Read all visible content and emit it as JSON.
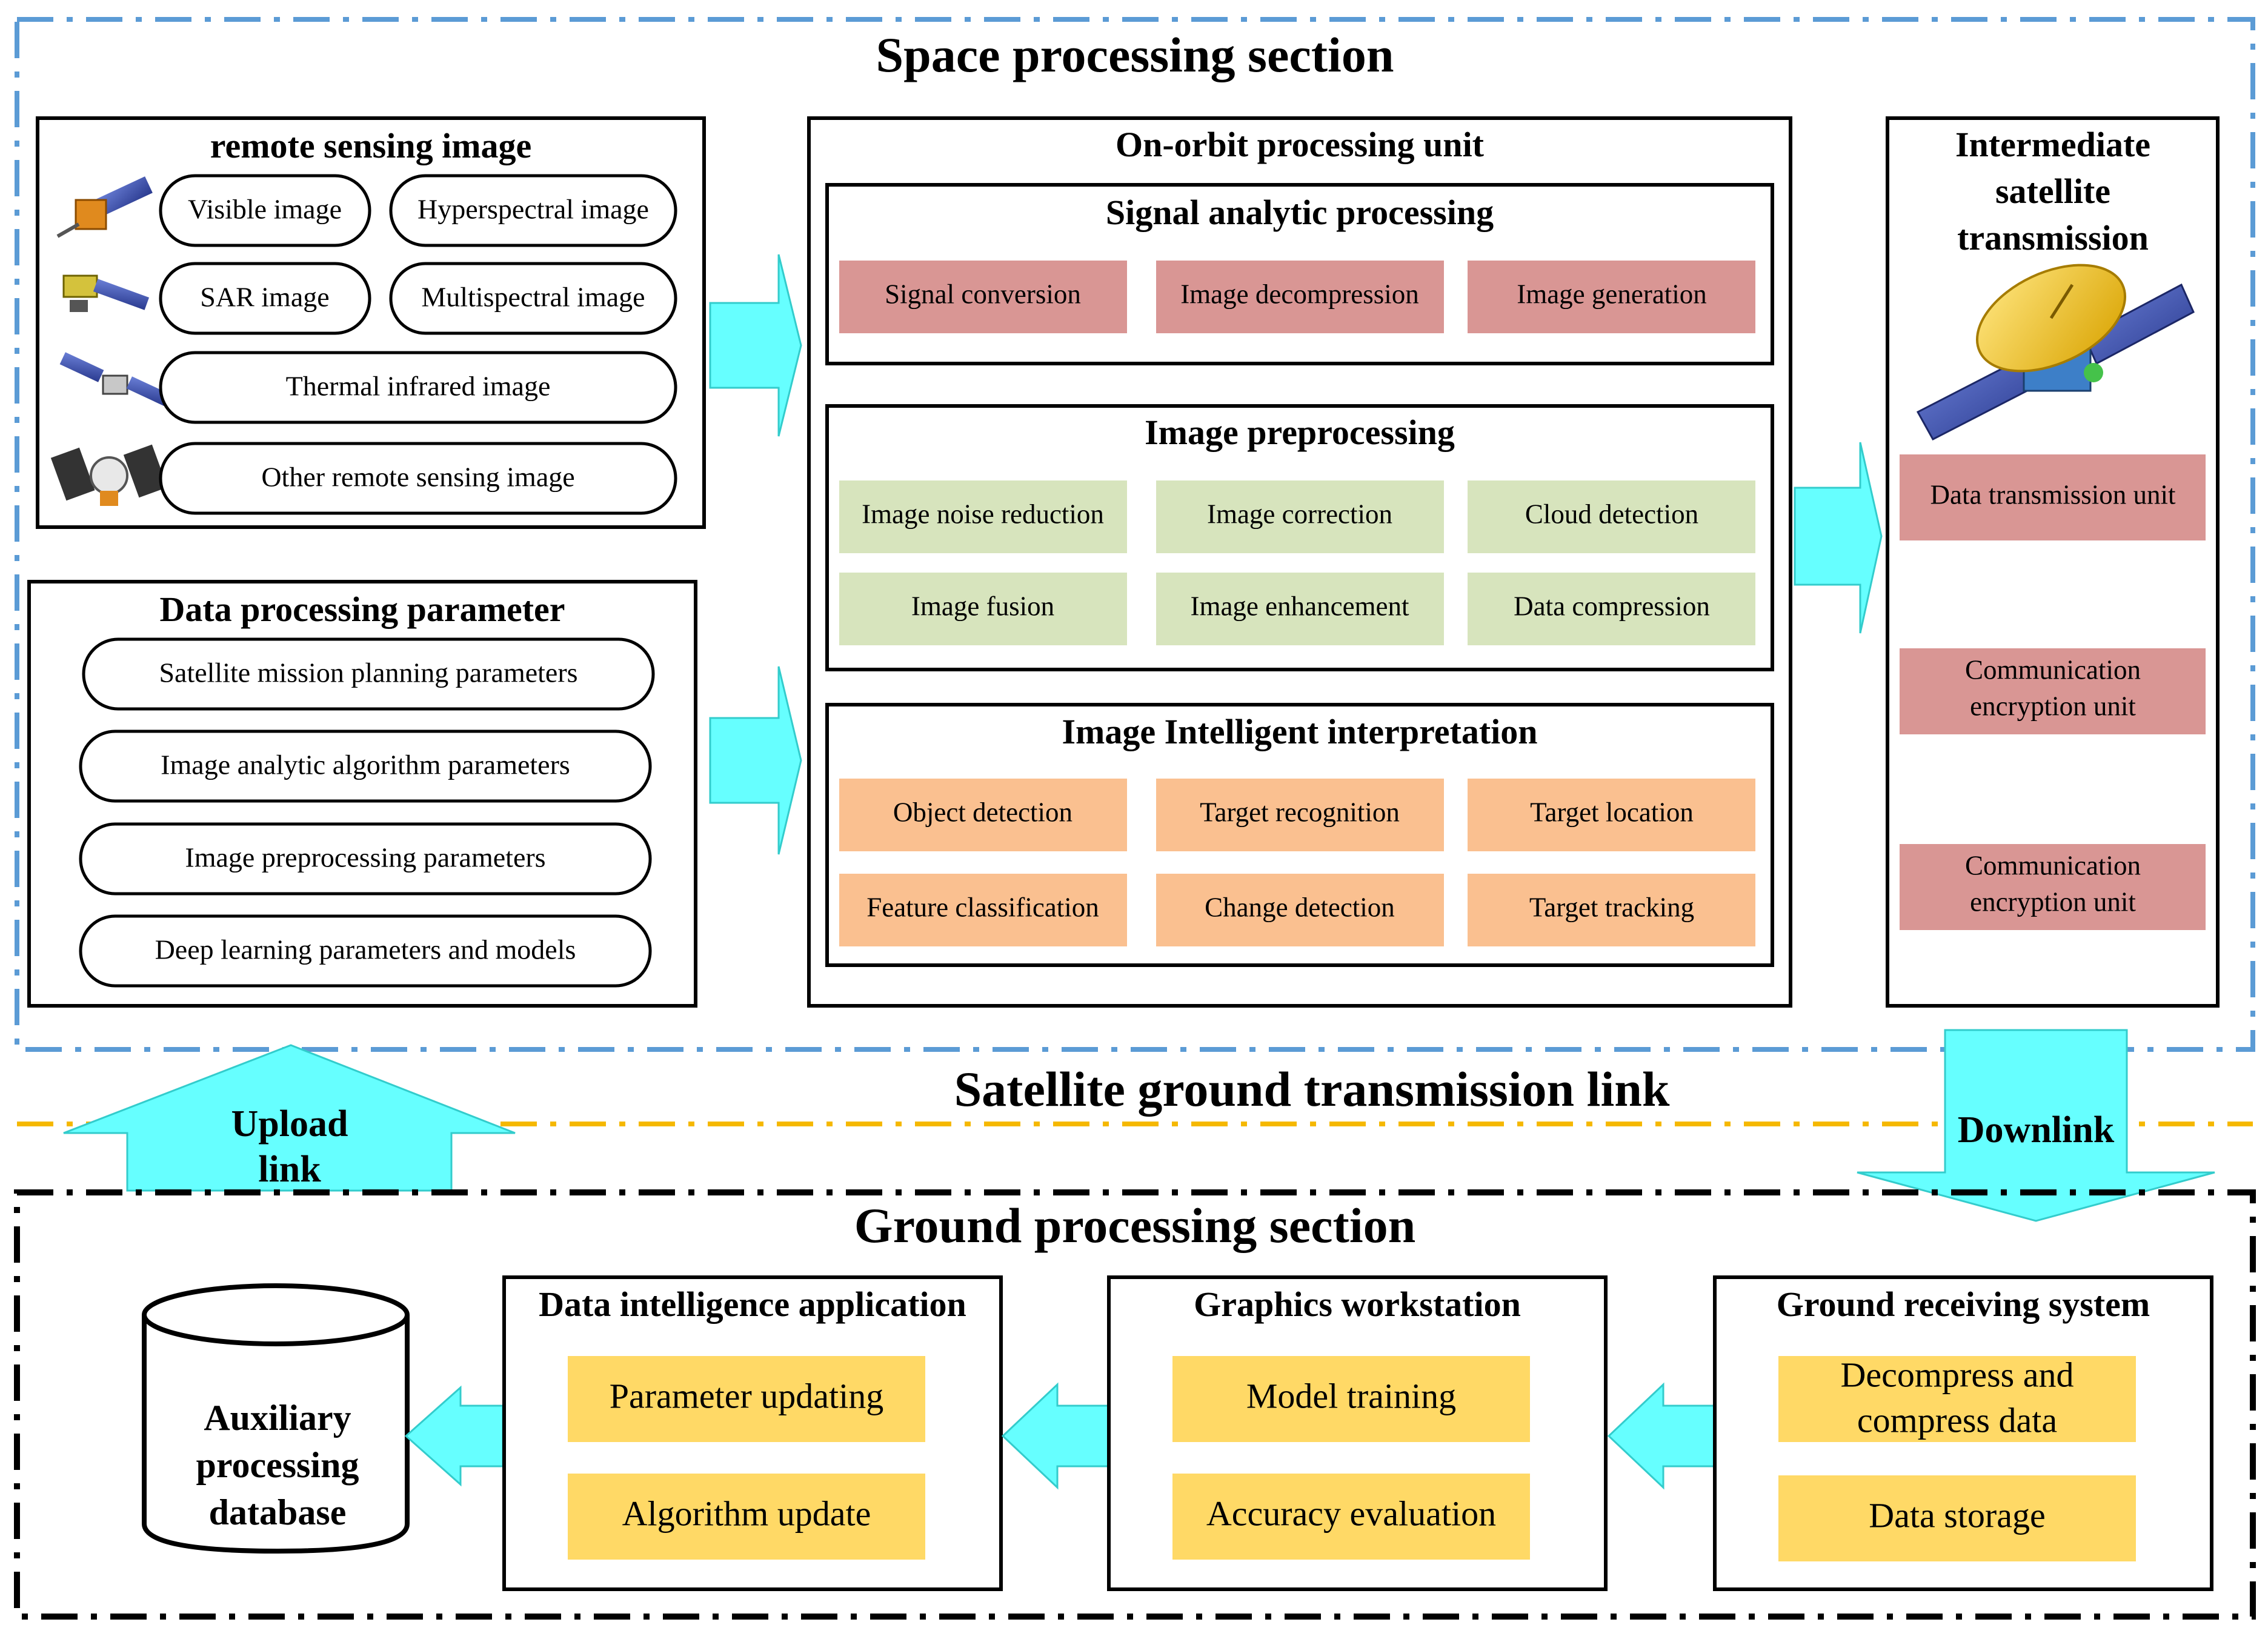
{
  "space_section": {
    "title": "Space processing section",
    "remote_sensing": {
      "title": "remote sensing image",
      "items": [
        "Visible  image",
        "Hyperspectral image",
        "SAR  image",
        "Multispectral  image",
        "Thermal infrared image",
        "Other remote sensing image"
      ]
    },
    "data_params": {
      "title": "Data processing parameter",
      "items": [
        "Satellite mission planning parameters",
        "Image analytic algorithm parameters",
        "Image preprocessing parameters",
        "Deep learning parameters and models"
      ]
    },
    "on_orbit": {
      "title": "On-orbit processing unit",
      "signal": {
        "title": "Signal analytic processing",
        "items": [
          "Signal conversion",
          "Image decompression",
          "Image generation"
        ]
      },
      "preprocessing": {
        "title": "Image preprocessing",
        "items": [
          "Image noise reduction",
          "Image correction",
          "Cloud detection",
          "Image fusion",
          "Image enhancement",
          "Data compression"
        ]
      },
      "interpretation": {
        "title": "Image Intelligent interpretation",
        "items": [
          "Object detection",
          "Target recognition",
          "Target location",
          "Feature classification",
          "Change detection",
          "Target tracking"
        ]
      }
    },
    "intermediate": {
      "title_lines": [
        "Intermediate",
        "satellite",
        "transmission"
      ],
      "units": [
        {
          "lines": [
            "Data transmission unit"
          ]
        },
        {
          "lines": [
            "Communication",
            "encryption unit"
          ]
        },
        {
          "lines": [
            "Communication",
            "encryption unit"
          ]
        }
      ]
    }
  },
  "link": {
    "title": "Satellite ground transmission link",
    "upload_lines": [
      "Upload",
      "link"
    ],
    "downlink": "Downlink"
  },
  "ground_section": {
    "title": "Ground processing section",
    "database_lines": [
      "Auxiliary",
      "processing",
      "database"
    ],
    "application": {
      "title": "Data intelligence application",
      "items": [
        "Parameter updating",
        "Algorithm update"
      ]
    },
    "workstation": {
      "title": "Graphics workstation",
      "items": [
        "Model training",
        "Accuracy evaluation"
      ]
    },
    "receiving": {
      "title": "Ground receiving system",
      "items": [
        {
          "lines": [
            "Decompress and",
            "compress data"
          ]
        },
        {
          "lines": [
            "Data storage"
          ]
        }
      ]
    }
  },
  "colors": {
    "space_border": "#5b9bd5",
    "link_line": "#f5b800",
    "arrow_fill": "#66ffff",
    "arrow_stroke": "#33cccc",
    "signal_fill": "#d99694",
    "preproc_fill": "#d7e4bd",
    "interp_fill": "#fac090",
    "ground_fill": "#ffd966"
  }
}
